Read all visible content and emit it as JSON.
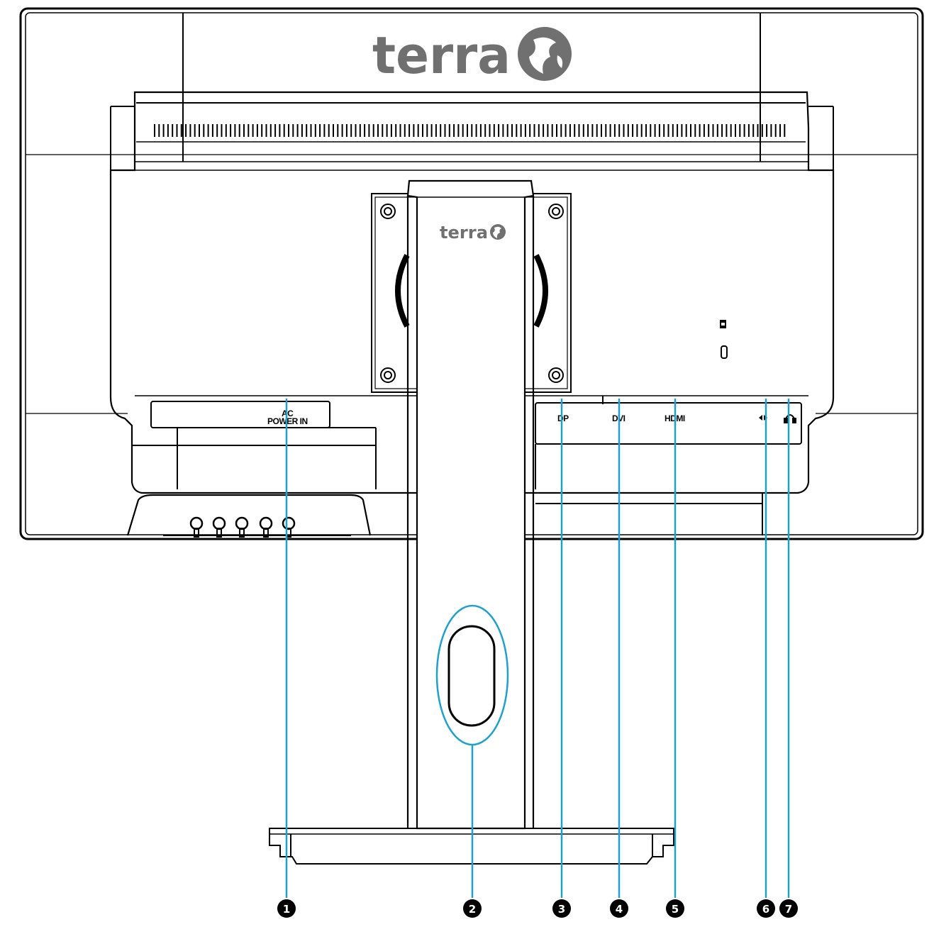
{
  "logo": {
    "brand_text": "terra",
    "globe_icon": "globe-icon"
  },
  "stand_logo": {
    "brand_text": "terra"
  },
  "ports": {
    "ac_top": "AC",
    "ac_bottom": "POWER IN",
    "dp": "DP",
    "dvi": "DVI",
    "hdmi": "HDMI",
    "audio_in_icon": "audio-in-icon",
    "headphone_icon": "headphone-icon",
    "lock_icon": "kensington-lock-icon"
  },
  "callouts": [
    {
      "number": "1"
    },
    {
      "number": "2"
    },
    {
      "number": "3"
    },
    {
      "number": "4"
    },
    {
      "number": "5"
    },
    {
      "number": "6"
    },
    {
      "number": "7"
    }
  ],
  "colors": {
    "callout_line": "#1fa0d0",
    "outline": "#000000",
    "logo_grey": "#707070"
  }
}
